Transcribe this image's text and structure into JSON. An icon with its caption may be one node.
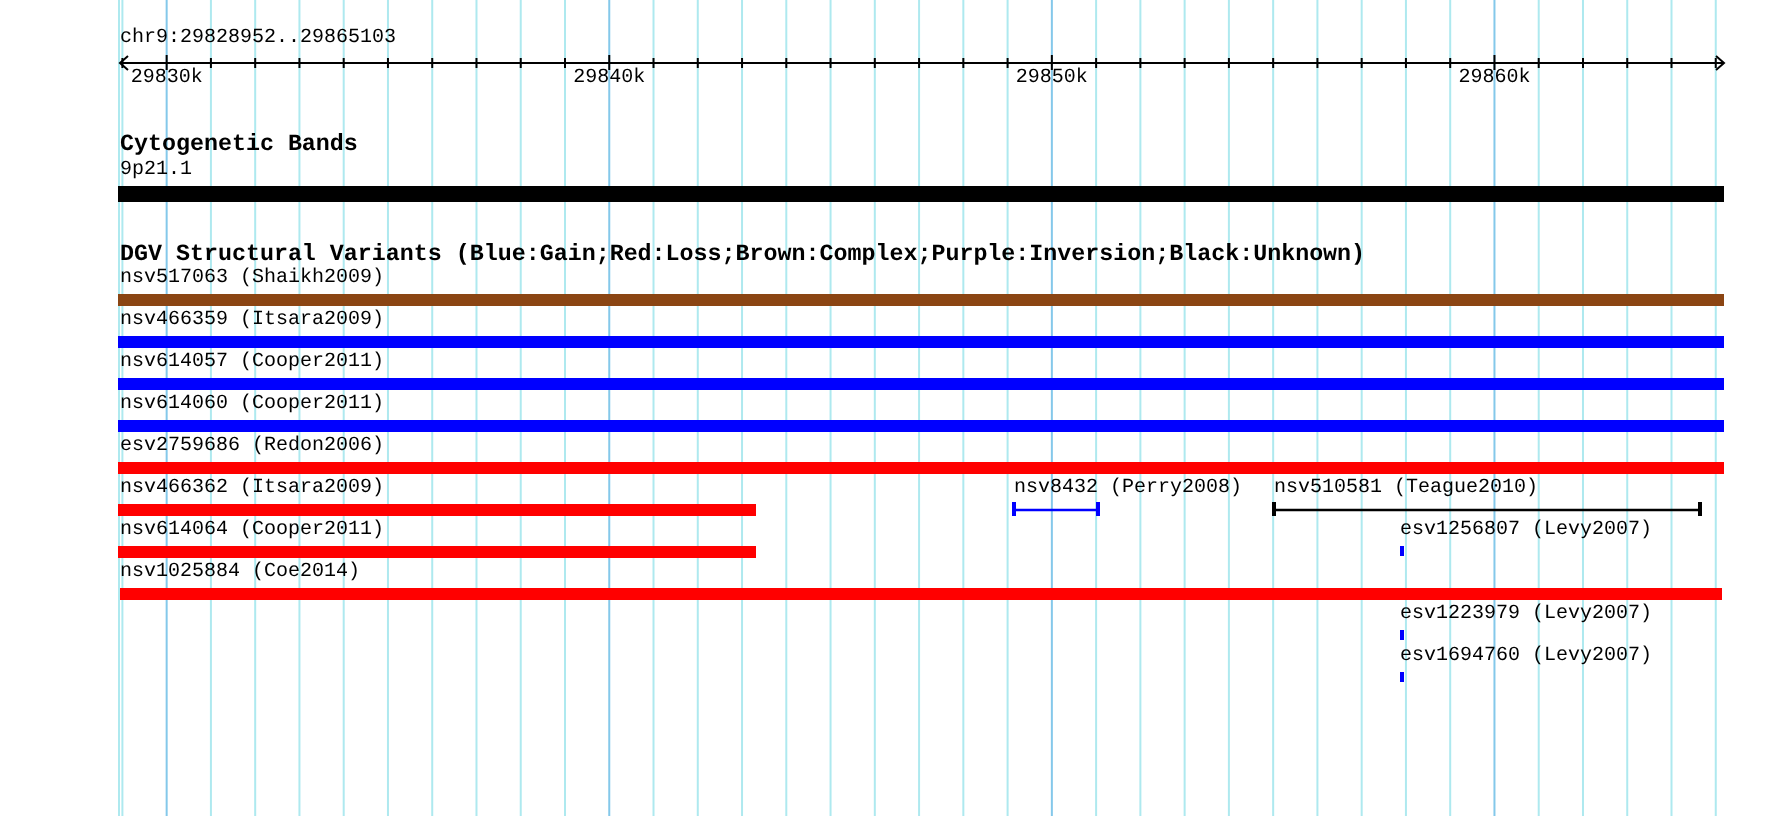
{
  "diagram": {
    "title": "chr9:29828952..29865103",
    "labels": [
      "29830k",
      "29840k",
      "29850k",
      "29860k",
      "Cytogenetic Bands",
      "DGV Structural Variants (Blue:Gain;Red:Loss;Brown:Complex;Purple:Inversion;Black:Unknown)"
    ],
    "nodes": [
      {
        "text": [],
        "shape": "bar",
        "beside": [
          "9p21.1"
        ]
      },
      {
        "text": [],
        "shape": "bar",
        "beside": [
          "nsv517063 (Shaikh2009)"
        ]
      },
      {
        "text": [],
        "shape": "bar",
        "beside": [
          "nsv466359 (Itsara2009)"
        ]
      },
      {
        "text": [],
        "shape": "bar",
        "beside": [
          "nsv614057 (Cooper2011)"
        ]
      },
      {
        "text": [],
        "shape": "bar",
        "beside": [
          "nsv614060 (Cooper2011)"
        ]
      },
      {
        "text": [],
        "shape": "bar",
        "beside": [
          "esv2759686 (Redon2006)"
        ]
      },
      {
        "text": [],
        "shape": "bar",
        "beside": [
          "nsv466362 (Itsara2009)"
        ]
      },
      {
        "text": [],
        "shape": "bar",
        "beside": [
          "nsv8432 (Perry2008)"
        ]
      },
      {
        "text": [],
        "shape": "bar",
        "beside": [
          "nsv510581 (Teague2010)"
        ]
      },
      {
        "text": [],
        "shape": "bar",
        "beside": [
          "nsv614064 (Cooper2011)"
        ]
      },
      {
        "text": [],
        "shape": "bar",
        "beside": [
          "esv1256807 (Levy2007)"
        ]
      },
      {
        "text": [],
        "shape": "bar",
        "beside": [
          "nsv1025884 (Coe2014)"
        ]
      },
      {
        "text": [],
        "shape": "bar",
        "beside": [
          "esv1223979 (Levy2007)"
        ]
      },
      {
        "text": [],
        "shape": "bar",
        "beside": [
          "esv1694760 (Levy2007)"
        ]
      }
    ]
  }
}
